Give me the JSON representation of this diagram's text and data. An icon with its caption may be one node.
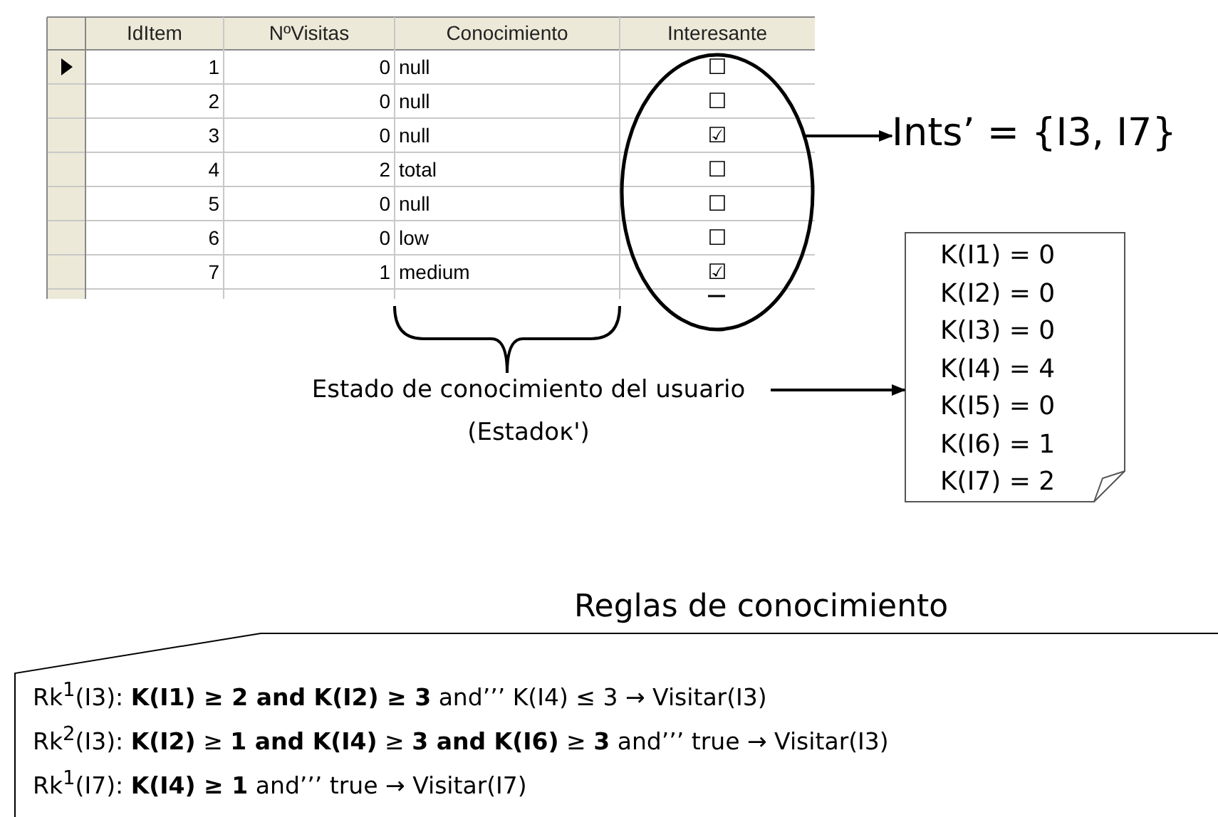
{
  "diagram": {
    "nodes": [
      {
        "text": [],
        "shape": "circle"
      },
      {
        "text": [
          "Ints’ = {I3, I7}"
        ]
      },
      {
        "text": [
          "Estado de conocimiento del usuario (Estadoκ')"
        ]
      },
      {
        "text": [
          "K(I1) = 0",
          "K(I2) = 0",
          "K(I3) = 0",
          "K(I4) = 4",
          "K(I5) = 0",
          "K(I6) = 1",
          "K(I7) = 2"
        ]
      },
      {
        "text": [
          "Reglas de conocimiento",
          "Rk$^{1}$(I3): **K(I1) ≥ 2 and K(I2) ≥ 3**  and’’’  K(I4) ≤ 3 → Visitar(I3)",
          "Rk$^{2}$(I3): **K(I2)** ≥ **1 and K(I4)** ≥ **3 and K(I6)** ≥ **3** and’’’ true → Visitar(I3)",
          "Rk$^{1}$(I7): **K(I4) ≥ 1** and’’’ true → Visitar(I7)"
        ]
      }
    ],
    "edges": [
      {
        "from": 0,
        "to": 1,
        "arrow": "to"
      },
      {
        "from": 2,
        "to": 3,
        "arrow": "to"
      }
    ],
    "labels": [
      "IdItem",
      "NºVisitas",
      "Conocimiento",
      "Interesante",
      "1",
      "0",
      "null",
      "☐",
      "2",
      "0",
      "null",
      "☐",
      "3",
      "0",
      "null",
      "☑",
      "4",
      "2",
      "total",
      "☐",
      "5",
      "0",
      "null",
      "☐",
      "6",
      "0",
      "low",
      "☐",
      "7",
      "1",
      "medium",
      "☑"
    ]
  }
}
